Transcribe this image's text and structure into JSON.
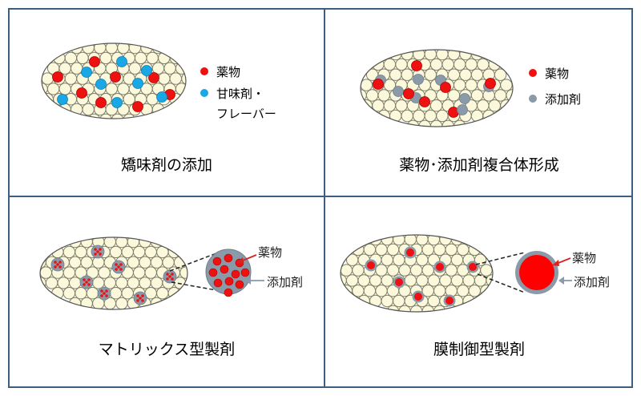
{
  "colors": {
    "frame": "#3b5f7d",
    "granule_fill": "#fbf8dc",
    "granule_stroke": "#7f7f66",
    "drug_red": "#ee1111",
    "sweetener_blue": "#1aa7e6",
    "additive_gray": "#8a9aa8",
    "arrow_red": "#dd2222",
    "arrow_gray": "#8a9aa8"
  },
  "panels": [
    {
      "caption": "矯味剤の添加",
      "legend": [
        {
          "label": "薬物",
          "color": "#ee1111"
        },
        {
          "label": "甘味剤・",
          "color": "#1aa7e6"
        },
        {
          "label": "フレーバー",
          "color": ""
        }
      ]
    },
    {
      "caption": "薬物･添加剤複合体形成",
      "legend": [
        {
          "label": "薬物",
          "color": "#ee1111"
        },
        {
          "label": "添加剤",
          "color": "#8a9aa8"
        }
      ]
    },
    {
      "caption": "マトリックス型製剤",
      "callouts": [
        {
          "label": "薬物"
        },
        {
          "label": "添加剤"
        }
      ]
    },
    {
      "caption": "膜制御型製剤",
      "callouts": [
        {
          "label": "薬物"
        },
        {
          "label": "添加剤"
        }
      ]
    }
  ]
}
